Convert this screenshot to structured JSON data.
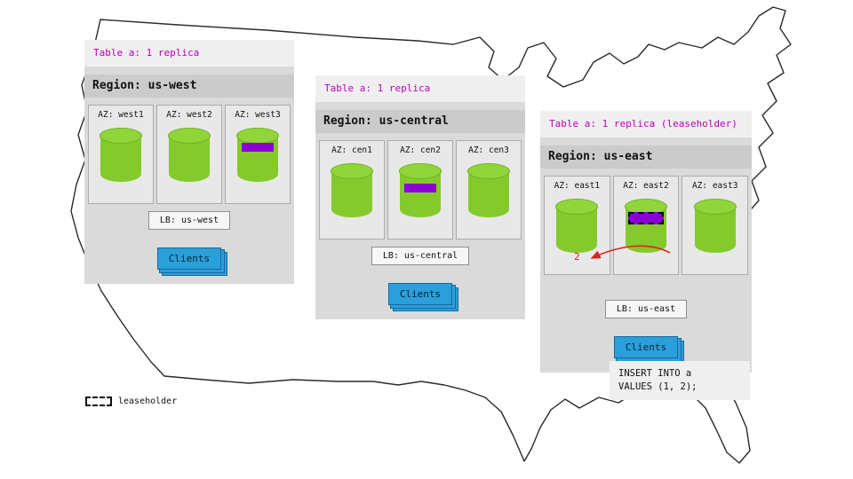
{
  "regions": [
    {
      "table_label": "Table a: 1 replica",
      "region_label": "Region: us-west",
      "azs": [
        {
          "label": "AZ: west1"
        },
        {
          "label": "AZ: west2"
        },
        {
          "label": "AZ: west3",
          "replica": "solid"
        }
      ],
      "lb_label": "LB: us-west",
      "clients_label": "Clients"
    },
    {
      "table_label": "Table a: 1 replica",
      "region_label": "Region: us-central",
      "azs": [
        {
          "label": "AZ: cen1"
        },
        {
          "label": "AZ: cen2",
          "replica": "solid"
        },
        {
          "label": "AZ: cen3"
        }
      ],
      "lb_label": "LB: us-central",
      "clients_label": "Clients"
    },
    {
      "table_label": "Table a: 1 replica (leaseholder)",
      "region_label": "Region: us-east",
      "azs": [
        {
          "label": "AZ: east1"
        },
        {
          "label": "AZ: east2",
          "replica": "leaseholder"
        },
        {
          "label": "AZ: east3"
        }
      ],
      "lb_label": "LB: us-east",
      "clients_label": "Clients",
      "annotation": "2"
    }
  ],
  "sql_note": {
    "line1": "INSERT INTO a",
    "line2": "VALUES (1, 2);"
  },
  "legend": {
    "label": "leaseholder"
  },
  "colors": {
    "cylinder_green": "#84ca2c",
    "replica_purple": "#8a00d4",
    "clients_blue": "#2b9fd9",
    "panel_gray": "#dadada",
    "header_text_purple": "#bb00bb",
    "annotation_red": "#e02020"
  }
}
